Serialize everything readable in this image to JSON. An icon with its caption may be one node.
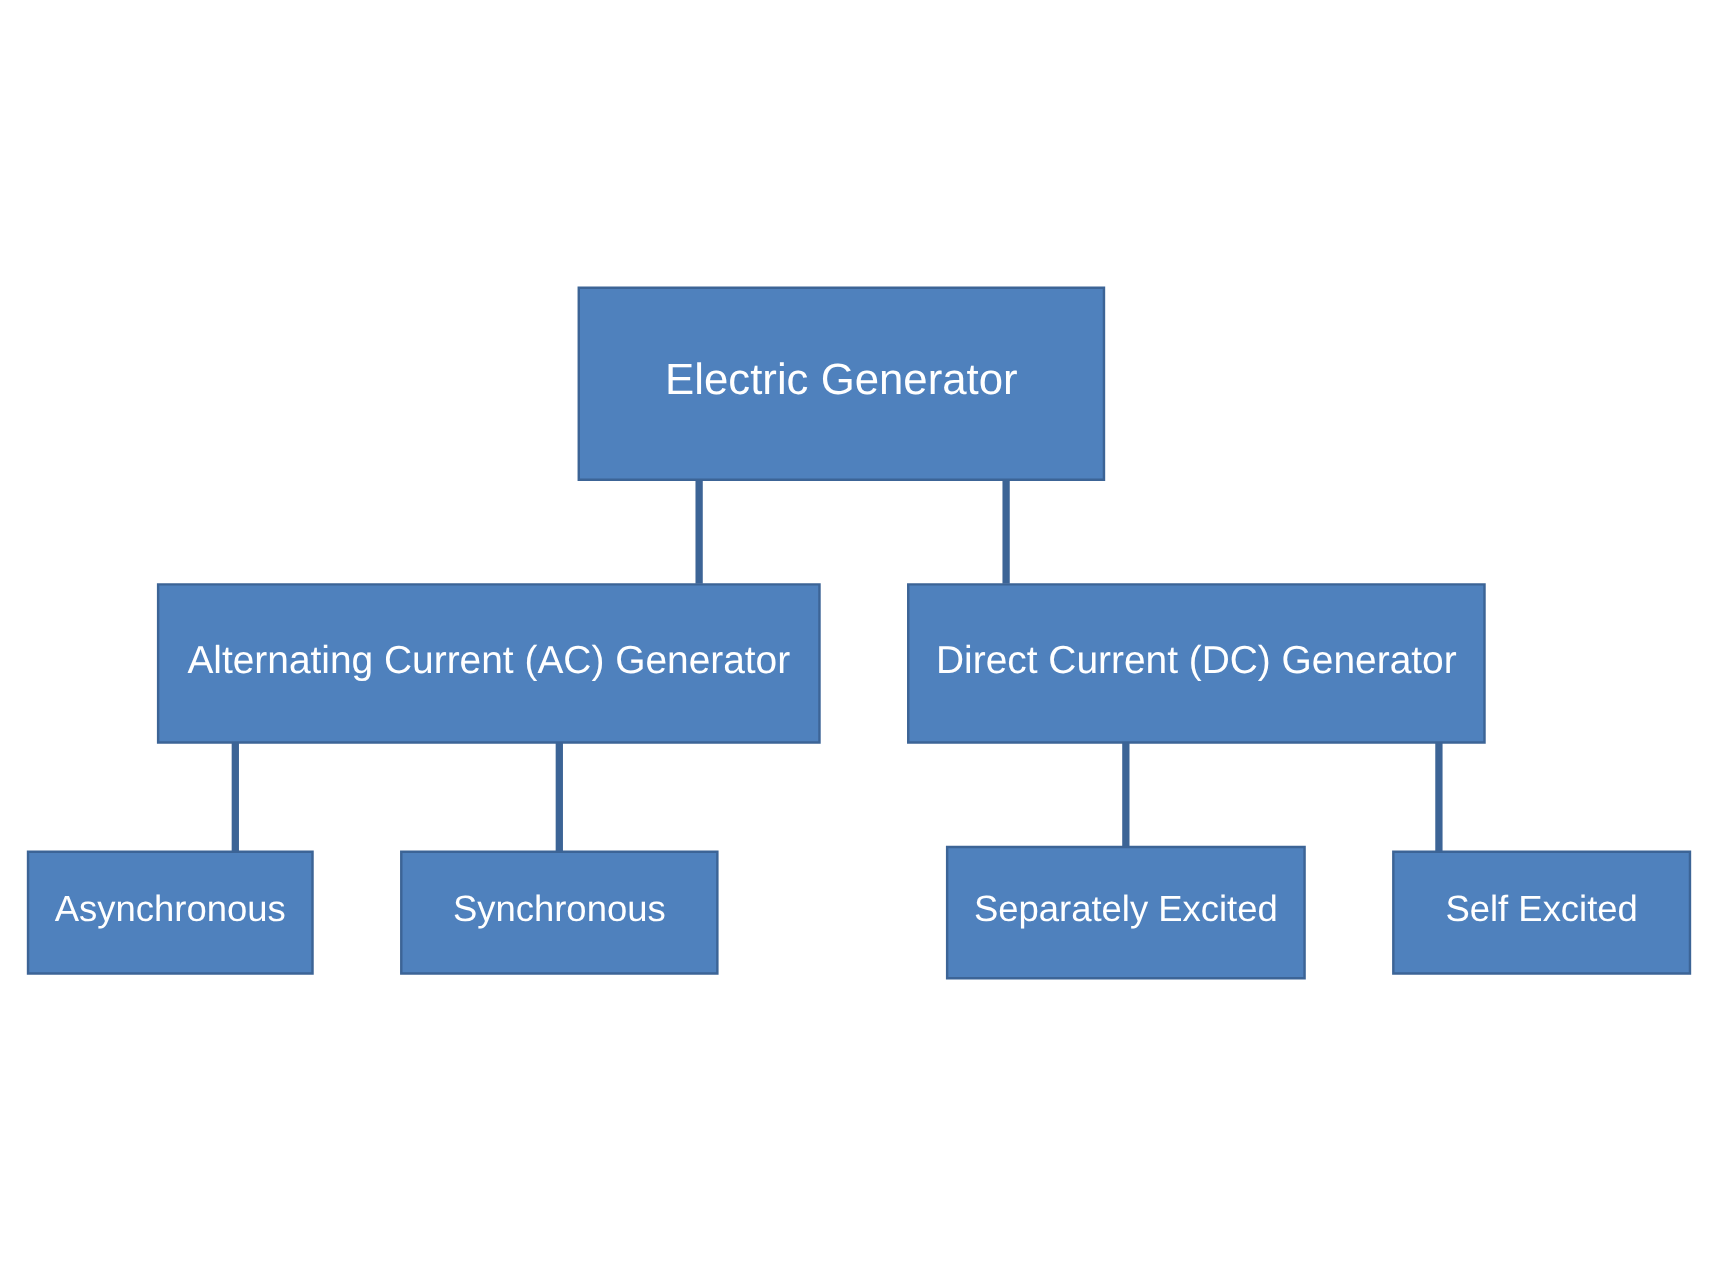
{
  "diagram": {
    "nodes": [
      {
        "text": [
          "Electric Generator"
        ]
      },
      {
        "text": [
          "Alternating Current (AC) Generator"
        ]
      },
      {
        "text": [
          "Direct Current (DC) Generator"
        ]
      },
      {
        "text": [
          "Asynchronous"
        ]
      },
      {
        "text": [
          "Synchronous"
        ]
      },
      {
        "text": [
          "Separately Excited"
        ]
      },
      {
        "text": [
          "Self Excited"
        ]
      }
    ],
    "edges": [
      {
        "from": 0,
        "to": 1,
        "arrow": "none"
      },
      {
        "from": 0,
        "to": 2,
        "arrow": "none"
      },
      {
        "from": 1,
        "to": 3,
        "arrow": "none"
      },
      {
        "from": 1,
        "to": 4,
        "arrow": "none"
      },
      {
        "from": 2,
        "to": 5,
        "arrow": "none"
      },
      {
        "from": 2,
        "to": 6,
        "arrow": "none"
      }
    ]
  }
}
